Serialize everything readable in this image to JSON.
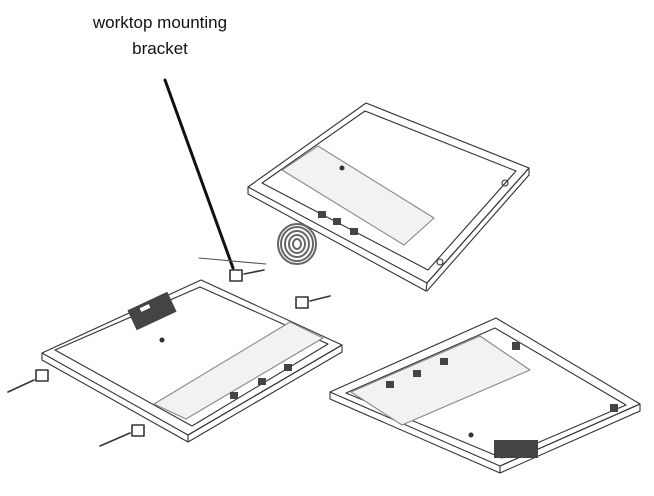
{
  "annotation": {
    "line1": "worktop mounting",
    "line2": "bracket"
  },
  "colors": {
    "stroke": "#333333",
    "panel_fill": "#ffffff",
    "shade": "#f2f2f2",
    "component": "#444444",
    "spiral": "#666666",
    "leader": "#111111"
  },
  "parts": [
    "hob-top-view",
    "hob-underside-with-brackets",
    "hob-recessed-view",
    "induction-coil",
    "worktop-mounting-bracket"
  ]
}
